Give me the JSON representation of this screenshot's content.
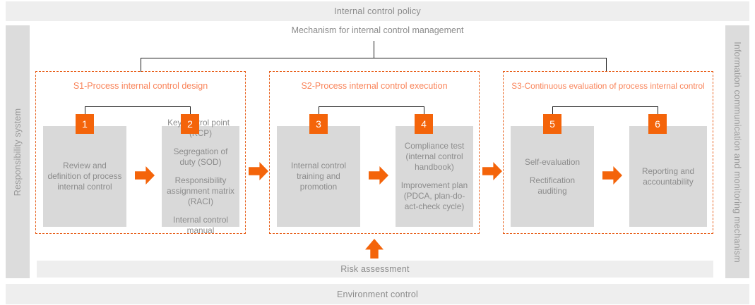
{
  "bands": {
    "policy": "Internal control policy",
    "risk": "Risk assessment",
    "environment": "Environment control"
  },
  "sidebars": {
    "left": "Responsibility system",
    "right": "Information communication and monitoring mechanism"
  },
  "header": {
    "mechanism_title": "Mechanism for internal control management"
  },
  "colors": {
    "orange": "#f4640a",
    "stage_border": "#e8601c",
    "stage_title": "#f9845a",
    "card_bg": "#d9d9d9",
    "band_bg": "#eeeeee",
    "sidebar_bg": "#dcdcdc",
    "text_gray": "#8c8c8c",
    "connector": "#1b1b1b"
  },
  "stages": [
    {
      "id": "S1",
      "title": "S1-Process internal control design",
      "cards": [
        {
          "badge": "1",
          "lines": [
            "Review and definition of process internal control"
          ]
        },
        {
          "badge": "2",
          "lines": [
            "Key control point (KCP)",
            "Segregation of duty (SOD)",
            "Responsibility assignment matrix (RACI)",
            "Internal control manual"
          ]
        }
      ]
    },
    {
      "id": "S2",
      "title": "S2-Process internal control execution",
      "cards": [
        {
          "badge": "3",
          "lines": [
            "Internal control training and promotion"
          ]
        },
        {
          "badge": "4",
          "lines": [
            "Compliance test (internal control handbook)",
            "Improvement plan (PDCA, plan-do-act-check cycle)"
          ]
        }
      ]
    },
    {
      "id": "S3",
      "title": "S3-Continuous evaluation of process internal control",
      "cards": [
        {
          "badge": "5",
          "lines": [
            "Self-evaluation",
            "Rectification auditing"
          ]
        },
        {
          "badge": "6",
          "lines": [
            "Reporting and accountability"
          ]
        }
      ]
    }
  ],
  "arrows": {
    "flow_right": "arrow-right-icon",
    "risk_up": "arrow-up-icon"
  }
}
